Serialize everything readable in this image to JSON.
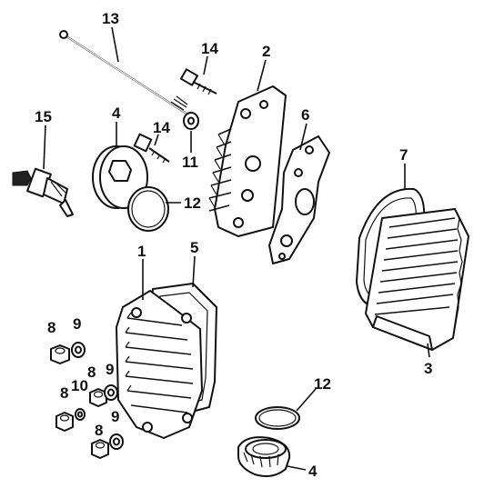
{
  "diagram": {
    "callouts": [
      {
        "id": "c13",
        "label": "13"
      },
      {
        "id": "c14a",
        "label": "14"
      },
      {
        "id": "c2",
        "label": "2"
      },
      {
        "id": "c15",
        "label": "15"
      },
      {
        "id": "c4a",
        "label": "4"
      },
      {
        "id": "c14b",
        "label": "14"
      },
      {
        "id": "c6",
        "label": "6"
      },
      {
        "id": "c11",
        "label": "11"
      },
      {
        "id": "c12a",
        "label": "12"
      },
      {
        "id": "c7",
        "label": "7"
      },
      {
        "id": "c1",
        "label": "1"
      },
      {
        "id": "c5",
        "label": "5"
      },
      {
        "id": "c3",
        "label": "3"
      },
      {
        "id": "c8a",
        "label": "8"
      },
      {
        "id": "c9a",
        "label": "9"
      },
      {
        "id": "c9b",
        "label": "9"
      },
      {
        "id": "c10",
        "label": "10"
      },
      {
        "id": "c8b",
        "label": "8"
      },
      {
        "id": "c8c",
        "label": "8"
      },
      {
        "id": "c9c",
        "label": "9"
      },
      {
        "id": "c8d",
        "label": "8"
      },
      {
        "id": "c12b",
        "label": "12"
      },
      {
        "id": "c4b",
        "label": "4"
      }
    ]
  }
}
